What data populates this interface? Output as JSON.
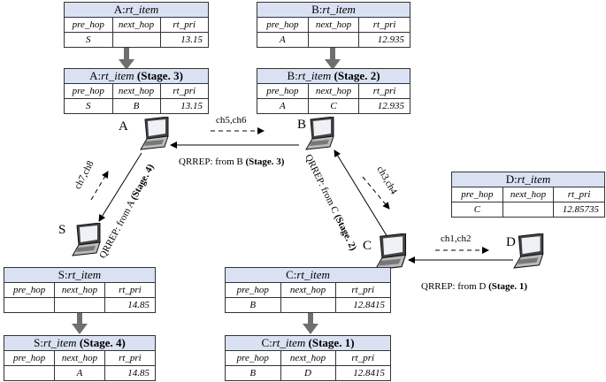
{
  "nodes": {
    "A": "A",
    "B": "B",
    "C": "C",
    "D": "D",
    "S": "S"
  },
  "channels": {
    "ab": "ch5,ch6",
    "sa": "ch7,ch8",
    "bc": "ch3,ch4",
    "cd": "ch1,ch2"
  },
  "replies": {
    "b_to_a": {
      "text": "QRREP: from B ",
      "stage": "(Stage. 3)"
    },
    "a_to_s": {
      "text": "QRREP: from A ",
      "stage": "(Stage. 4)"
    },
    "c_to_b": {
      "text": "QRREP: from C ",
      "stage": "(Stage. 2)"
    },
    "d_to_c": {
      "text": "QRREP: from D ",
      "stage": "(Stage. 1)"
    }
  },
  "columns": {
    "pre": "pre_hop",
    "next": "next_hop",
    "pri": "rt_pri"
  },
  "tables": {
    "a1": {
      "owner": "A:",
      "item": "rt_item",
      "stage": "",
      "pre": "S",
      "next": "",
      "pri": "13.15"
    },
    "a2": {
      "owner": "A:",
      "item": "rt_item",
      "stage": " (Stage. 3)",
      "pre": "S",
      "next": "B",
      "pri": "13.15"
    },
    "b1": {
      "owner": "B:",
      "item": "rt_item",
      "stage": "",
      "pre": "A",
      "next": "",
      "pri": "12.935"
    },
    "b2": {
      "owner": "B:",
      "item": "rt_item",
      "stage": " (Stage. 2)",
      "pre": "A",
      "next": "C",
      "pri": "12.935"
    },
    "d1": {
      "owner": "D:",
      "item": "rt_item",
      "stage": "",
      "pre": "C",
      "next": "",
      "pri": "12.85735"
    },
    "s1": {
      "owner": "S:",
      "item": "rt_item",
      "stage": "",
      "pre": "",
      "next": "",
      "pri": "14.85"
    },
    "s2": {
      "owner": "S:",
      "item": "rt_item",
      "stage": " (Stage. 4)",
      "pre": "",
      "next": "A",
      "pri": "14.85"
    },
    "c1": {
      "owner": "C:",
      "item": "rt_item",
      "stage": "",
      "pre": "B",
      "next": "",
      "pri": "12.8415"
    },
    "c2": {
      "owner": "C:",
      "item": "rt_item",
      "stage": " (Stage. 1)",
      "pre": "B",
      "next": "D",
      "pri": "12.8415"
    }
  },
  "colors": {
    "header": "#d9e1f2",
    "arrow": "#6f6f6f",
    "line": "#000000"
  }
}
